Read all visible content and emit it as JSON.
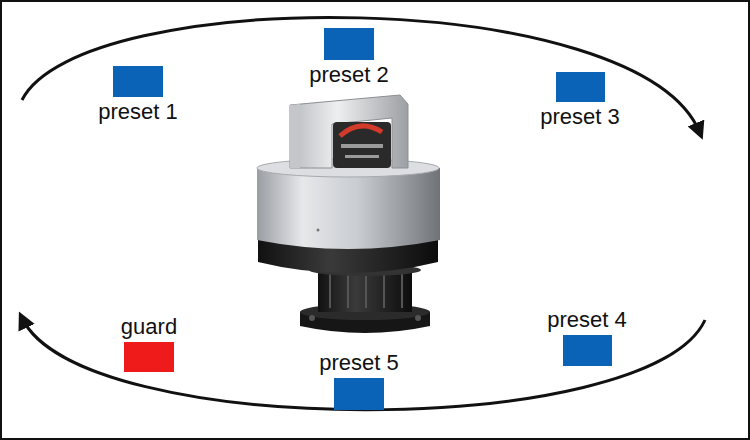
{
  "diagram": {
    "nodes": [
      {
        "text": [
          "preset 1"
        ]
      },
      {
        "text": [
          "preset 2"
        ]
      },
      {
        "text": [
          "preset 3"
        ]
      },
      {
        "text": [
          "preset 4"
        ]
      },
      {
        "text": [
          "preset 5"
        ]
      },
      {
        "text": [
          "guard"
        ]
      }
    ]
  }
}
